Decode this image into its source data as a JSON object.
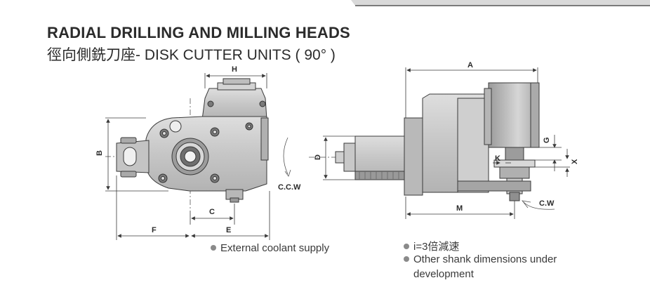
{
  "header": {
    "title": "RADIAL DRILLING AND MILLING HEADS",
    "subtitle": "徑向側銑刀座- DISK CUTTER UNITS ( 90° )"
  },
  "front_view": {
    "dim_h": "H",
    "dim_b": "B",
    "dim_c": "C",
    "dim_e": "E",
    "dim_f": "F",
    "rotation": "C.C.W"
  },
  "side_view": {
    "dim_a": "A",
    "dim_d": "D",
    "dim_g": "G",
    "dim_k": "K",
    "dim_x": "X",
    "dim_m": "M",
    "rotation": "C.W"
  },
  "notes": {
    "coolant": "External coolant supply",
    "ratio": "i=3倍減速",
    "shank_line1": "Other shank dimensions under",
    "shank_line2": "development"
  },
  "colors": {
    "body_gray": "#c9c9c9",
    "dark_gray": "#8e8e8e",
    "line": "#3a3a3a"
  }
}
